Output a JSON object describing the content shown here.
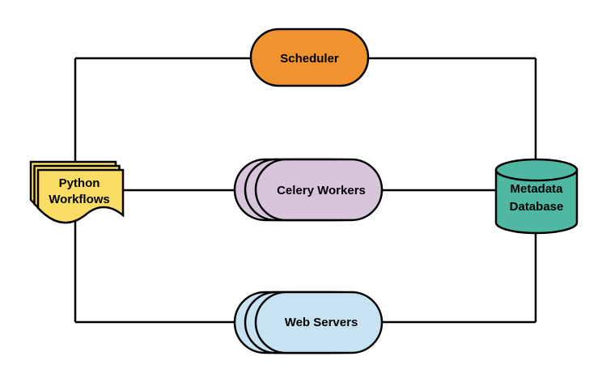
{
  "canvas": {
    "background": "#FFFFFF",
    "stroke_color": "#000000"
  },
  "diagram": {
    "description": "Workflow architecture diagram",
    "nodes": {
      "scheduler": {
        "label": "Scheduler",
        "shape": "stadium",
        "fill": "#F0922E"
      },
      "python_workflows": {
        "label_lines": [
          "Python",
          "Workflows"
        ],
        "shape": "document-stack",
        "fill": "#FBDC65"
      },
      "celery_workers": {
        "label": "Celery Workers",
        "shape": "stadium-stack",
        "fill": "#D8C5DC"
      },
      "web_servers": {
        "label": "Web Servers",
        "shape": "stadium-stack",
        "fill": "#C7E3F2"
      },
      "metadata_database": {
        "label_lines": [
          "Metadata",
          "Database"
        ],
        "shape": "cylinder",
        "fill": "#4FB8A3"
      }
    },
    "edges": [
      {
        "from": "python_workflows",
        "to": "scheduler"
      },
      {
        "from": "scheduler",
        "to": "metadata_database"
      },
      {
        "from": "python_workflows",
        "to": "celery_workers"
      },
      {
        "from": "celery_workers",
        "to": "metadata_database"
      },
      {
        "from": "python_workflows",
        "to": "web_servers"
      },
      {
        "from": "web_servers",
        "to": "metadata_database"
      }
    ]
  }
}
